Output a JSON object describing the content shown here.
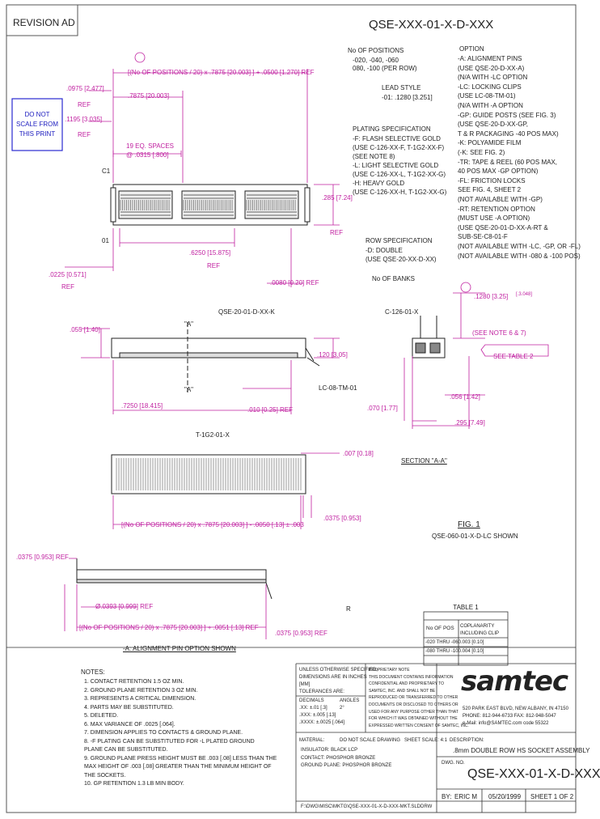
{
  "revision": "REVISION AD",
  "do_not_scale": [
    "DO NOT",
    "SCALE FROM",
    "THIS PRINT"
  ],
  "part_format": "QSE-XXX-01-X-D-XXX",
  "positions": {
    "title": "No OF POSITIONS",
    "lines": [
      "-020, -040, -060",
      "080, -100 (PER ROW)"
    ]
  },
  "lead_style": {
    "title": "LEAD STYLE",
    "lines": [
      "-01: .1280 [3.251]"
    ]
  },
  "plating": {
    "title": "PLATING SPECIFICATION",
    "lines": [
      "-F: FLASH SELECTIVE GOLD",
      "(USE C-126-XX-F, T-1G2-XX-F)",
      "(SEE NOTE 8)",
      "-L: LIGHT SELECTIVE GOLD",
      "(USE C-126-XX-L, T-1G2-XX-G)",
      "-H: HEAVY GOLD",
      "(USE C-126-XX-H, T-1G2-XX-G)"
    ]
  },
  "row_spec": {
    "title": "ROW SPECIFICATION",
    "lines": [
      "-D: DOUBLE",
      "(USE QSE-20-XX-D-XX)"
    ]
  },
  "banks_label": "No OF BANKS",
  "options": {
    "title": "OPTION",
    "lines": [
      "-A: ALIGNMENT PINS",
      "(USE QSE-20-D-XX-A)",
      "(N/A WITH -LC OPTION",
      "-LC: LOCKING CLIPS",
      "(USE LC-08-TM-01)",
      "(N/A WITH -A OPTION",
      "-GP: GUIDE POSTS (SEE FIG. 3)",
      "(USE QSE-20-D-XX-GP,",
      "T & R PACKAGING -40 POS MAX)",
      "-K: POLYAMIDE FILM",
      "(-K: SEE FIG. 2)",
      "-TR: TAPE & REEL (60 POS MAX,",
      "40 POS MAX -GP OPTION)",
      "-FL: FRICTION LOCKS",
      "SEE FIG. 4, SHEET 2",
      "(NOT AVAILABLE WITH -GP)",
      "-RT: RETENTION OPTION",
      "(MUST USE -A OPTION)",
      "(USE QSE-20-01-D-XX-A-RT &",
      "SUB-SE-C8-01-F",
      "(NOT AVAILABLE WITH -LC, -GP, OR -FL)",
      "(NOT AVAILABLE WITH -080 & -100 POS)"
    ]
  },
  "dims": {
    "overall": "[(No OF POSITIONS / 20) x .7875 [20.003] ] + .0500 [1.270] REF",
    "d0975": ".0975 [2.477]",
    "d1195": ".1195 [3.035]",
    "ref": "REF",
    "d7875": ".7875 [20.003]",
    "eq_spaces_1": "19 EQ. SPACES",
    "eq_spaces_2": "@ .0315 [.800]",
    "d285": ".285 [7.24]",
    "d6250": ".6250 [15.875]",
    "d0225": ".0225 [0.571]",
    "d0080": ".0080 [0.20] REF",
    "c01": "C1",
    "c02": "01",
    "qse_callout": "QSE-20-01-D-XX-K",
    "d055": ".055 [1.40]",
    "d120": ".120 [3.05]",
    "lc_callout": "LC-08-TM-01",
    "d7250": ".7250 [18.415]",
    "d010": ".010 [0.25] REF",
    "c126": "C-126-01-X",
    "d1280": ".1280 [3.25]",
    "d1280b": "[.3.048]",
    "see_note": "(SEE NOTE 6 & 7)",
    "see_table": "SEE TABLE 2",
    "d056": ".056 [1.42]",
    "d070": ".070 [1.77]",
    "d295": ".295 [7.49]",
    "section": "SECTION \"A-A\"",
    "t1g2": "T-1G2-01-X",
    "d007": ".007 [0.18]",
    "d0375": ".0375 [0.953]",
    "bottom_formula": "[(No OF POSITIONS / 20) x .7875 [20.003] ] - .0050 [.13] ± .003",
    "fig1": "FIG. 1",
    "fig1_sub": "QSE-060-01-X-D-LC SHOWN",
    "d0375b": ".0375 [0.953] REF",
    "d0393": "Ø.0393 [0.999] REF",
    "bottom2": "[(No OF POSITIONS / 20) x .7875 [20.003] ] + .0051 [.13] REF",
    "d0375c": ".0375 [0.953] REF",
    "a_label": "-A: ALIGNMENT PIN OPTION SHOWN",
    "a_marker": "\"A\"",
    "r_marker": "R"
  },
  "table1": {
    "title": "TABLE 1",
    "headers": [
      "No OF POS",
      "COPLANARITY INCLUDING CLIP"
    ],
    "rows": [
      [
        "-020 THRU -060",
        ".003 [0.10]"
      ],
      [
        "-080 THRU -100",
        ".004 [0.10]"
      ]
    ]
  },
  "notes": {
    "title": "NOTES:",
    "lines": [
      "1. CONTACT RETENTION 1.5 OZ MIN.",
      "2. GROUND PLANE RETENTION 3 OZ MIN.",
      "3. REPRESENTS A CRITICAL DIMENSION.",
      "4. PARTS MAY BE SUBSTITUTED.",
      "5. DELETED.",
      "6. MAX VARIANCE OF .0025 [.064].",
      "7. DIMENSION APPLIES TO CONTACTS & GROUND PLANE.",
      "8. -F PLATING CAN BE SUBSTITUTED FOR -L PLATED GROUND",
      "   PLANE CAN BE SUBSTITUTED.",
      "9. GROUND PLANE PRESS HEIGHT MUST BE .003 [.08] LESS THAN THE",
      "   MAX HEIGHT OF .003 [.08] GREATER THAN THE MINIMUM HEIGHT OF",
      "   THE SOCKETS.",
      "10. GP RETENTION 1.3 LB MIN BODY."
    ]
  },
  "titleblock": {
    "unless": [
      "UNLESS OTHERWISE SPECIFIED,",
      "DIMENSIONS ARE IN INCHES",
      "[MM]",
      "TOLERANCES ARE:"
    ],
    "decimals": [
      "DECIMALS",
      ".XX: ±.01 [.3]",
      ".XXX: ±.005 [.13]",
      ".XXXX: ±.0025 [.064]"
    ],
    "angles": [
      "ANGLES",
      "2°"
    ],
    "proprietary": [
      "PROPRIETARY NOTE",
      "THIS DOCUMENT CONTAINS INFORMATION",
      "CONFIDENTIAL AND PROPRIETARY TO",
      "SAMTEC, INC. AND SHALL NOT BE",
      "REPRODUCED OR TRANSFERRED TO OTHER",
      "DOCUMENTS OR DISCLOSED TO OTHERS OR",
      "USED FOR ANY PURPOSE OTHER THAN THAT",
      "FOR WHICH IT WAS OBTAINED WITHOUT THE",
      "EXPRESSED WRITTEN CONSENT OF SAMTEC, INC."
    ],
    "logo": "samtec",
    "address": [
      "520 PARK EAST BLVD, NEW ALBANY, IN 47150",
      "PHONE: 812-944-6733  FAX: 812-948-5047",
      "e-Mail: info@SAMTEC.com  code 55322"
    ],
    "material_hdr": "MATERIAL:",
    "materials": [
      "INSULATOR: BLACK LCP",
      "CONTACT: PHOSPHOR BRONZE",
      "GROUND PLANE: PHOSPHOR BRONZE"
    ],
    "donot": "DO NOT SCALE DRAWING",
    "sheet_scale": "SHEET SCALE: 4:1",
    "desc_label": "DESCRIPTION:",
    "description": ".8mm DOUBLE ROW HS SOCKET ASSEMBLY",
    "dwg_label": "DWG. NO.",
    "dwg": "QSE-XXX-01-X-D-XXX",
    "by_label": "BY:",
    "by": "ERIC M",
    "date": "05/20/1999",
    "sheet": "SHEET 1 OF 2",
    "filepath": "F:\\DWG\\MISC\\MKTG\\QSE-XXX-01-X-D-XXX-MKT.SLDDRW"
  }
}
